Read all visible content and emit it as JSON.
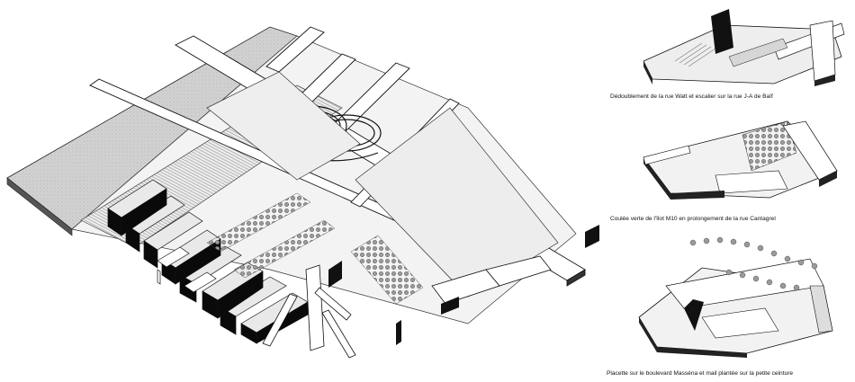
{
  "captions": {
    "vignette_1": "Dédoublement de la rue Watt et escalier sur la rue J-A de Baïf",
    "vignette_2": "Coulée verte de l'îlot M10 en prolongement de la rue Cantagrel",
    "vignette_3": "Placette sur le boulevard Masséna et mail plantée sur la petite ceinture"
  },
  "colors": {
    "ink": "#111111",
    "paper": "#ffffff",
    "ground_grey": "#cfcfcf",
    "roof_grey": "#e6e6e6",
    "dark": "#0a0a0a"
  }
}
